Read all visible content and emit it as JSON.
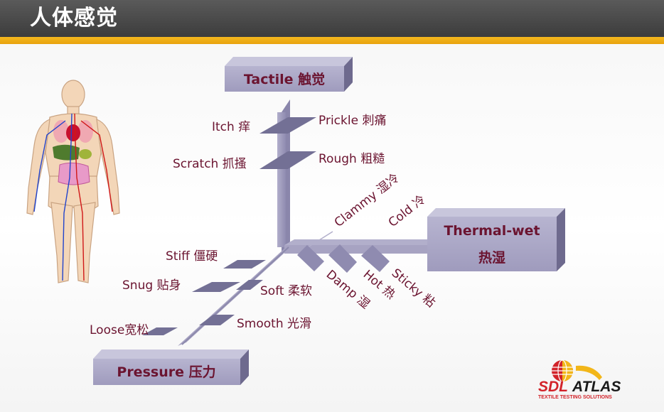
{
  "page": {
    "title": "人体感觉"
  },
  "axes": {
    "tactile": "Tactile 触觉",
    "thermal_wet_line1": "Thermal-wet",
    "thermal_wet_line2": "热湿",
    "pressure": "Pressure  压力"
  },
  "sensations": {
    "itch": "Itch 痒",
    "prickle": "Prickle 刺痛",
    "scratch": "Scratch 抓搔",
    "rough": "Rough 粗糙",
    "clammy": "Clammy 湿冷",
    "cold": "Cold 冷",
    "stiff": "Stiff 僵硬",
    "snug": "Snug 贴身",
    "soft": "Soft 柔软",
    "loose": "Loose宽松",
    "smooth": "Smooth 光滑",
    "damp": "Damp 湿",
    "hot": "Hot 热",
    "sticky": "Sticky 粘"
  },
  "logo": {
    "name_part1": "SDL",
    "name_part2": "ATLAS",
    "tagline": "TEXTILE TESTING SOLUTIONS"
  },
  "colors": {
    "header_bg": "#4a4a4a",
    "header_stripe": "#f0ac14",
    "axis_front": "#a9a6c4",
    "axis_side": "#8a86ab",
    "axis_shadow": "#6e6a8e",
    "label_text": "#6b1430",
    "logo_red": "#d2232a",
    "logo_gold": "#f2b619"
  }
}
